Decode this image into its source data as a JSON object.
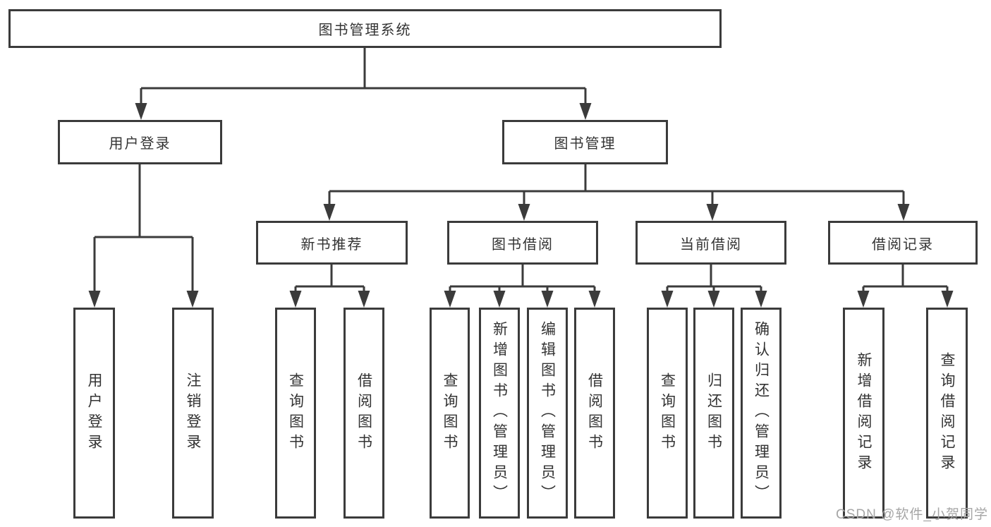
{
  "diagram_title": "图书管理系统",
  "watermark": "CSDN @软件_小贺同学",
  "colors": {
    "line": "#3b3b3b",
    "box_border": "#3b3b3b",
    "text": "#333333",
    "watermark": "#a6a6a6",
    "background": "#ffffff"
  },
  "nodes": {
    "root": {
      "label": "图书管理系统"
    },
    "user_login": {
      "label": "用户登录"
    },
    "book_mgmt": {
      "label": "图书管理"
    },
    "new_book_rec": {
      "label": "新书推荐"
    },
    "book_borrow": {
      "label": "图书借阅"
    },
    "current_borrow": {
      "label": "当前借阅"
    },
    "borrow_record": {
      "label": "借阅记录"
    },
    "leaf_user_login": {
      "label": "用户登录"
    },
    "leaf_logout": {
      "label": "注销登录"
    },
    "leaf_rec_query": {
      "label": "查询图书"
    },
    "leaf_rec_borrow": {
      "label": "借阅图书"
    },
    "leaf_bb_query": {
      "label": "查询图书"
    },
    "leaf_bb_add": {
      "label": "新增图书（管理员）"
    },
    "leaf_bb_edit": {
      "label": "编辑图书（管理员）"
    },
    "leaf_bb_borrow": {
      "label": "借阅图书"
    },
    "leaf_cb_query": {
      "label": "查询图书"
    },
    "leaf_cb_return": {
      "label": "归还图书"
    },
    "leaf_cb_confirm": {
      "label": "确认归还（管理员）"
    },
    "leaf_br_add": {
      "label": "新增借阅记录"
    },
    "leaf_br_query": {
      "label": "查询借阅记录"
    }
  },
  "hierarchy": {
    "label": "图书管理系统",
    "children": [
      {
        "label": "用户登录",
        "children": [
          "用户登录",
          "注销登录"
        ]
      },
      {
        "label": "图书管理",
        "children": [
          {
            "label": "新书推荐",
            "children": [
              "查询图书",
              "借阅图书"
            ]
          },
          {
            "label": "图书借阅",
            "children": [
              "查询图书",
              "新增图书（管理员）",
              "编辑图书（管理员）",
              "借阅图书"
            ]
          },
          {
            "label": "当前借阅",
            "children": [
              "查询图书",
              "归还图书",
              "确认归还（管理员）"
            ]
          },
          {
            "label": "借阅记录",
            "children": [
              "新增借阅记录",
              "查询借阅记录"
            ]
          }
        ]
      }
    ]
  }
}
